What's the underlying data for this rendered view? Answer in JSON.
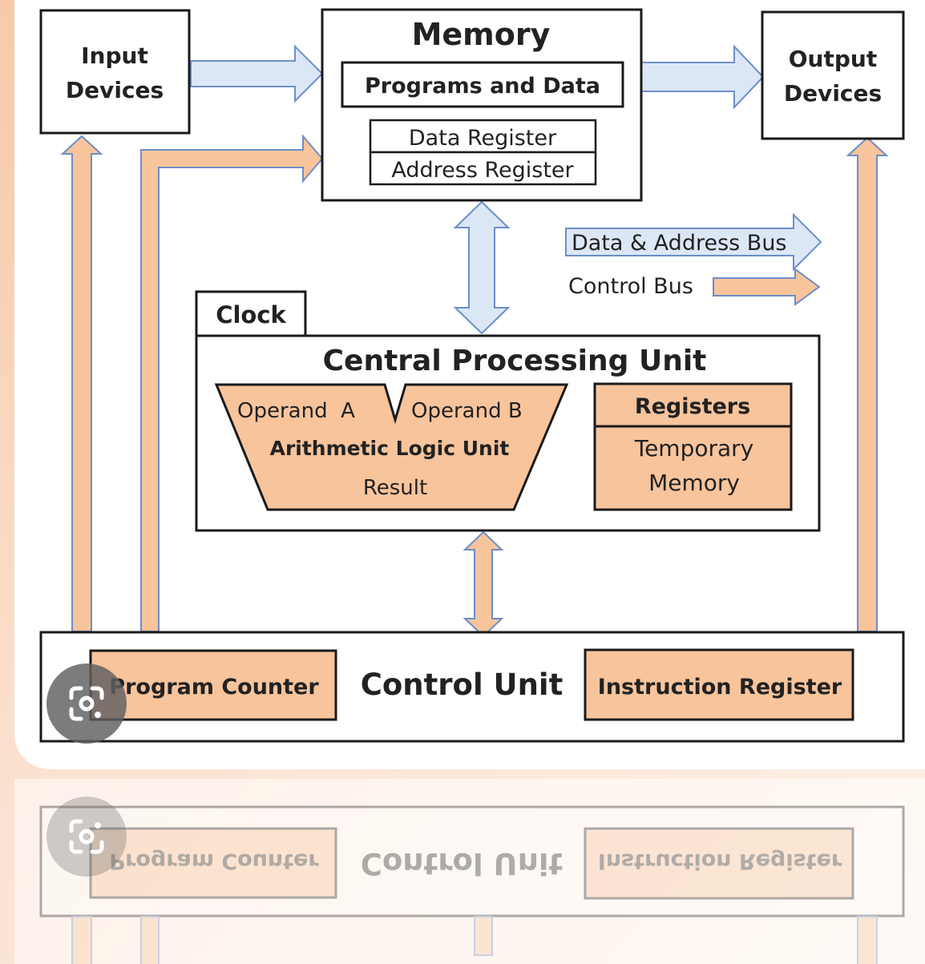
{
  "diagram": {
    "memory": {
      "title": "Memory",
      "programs_and_data": "Programs and Data",
      "data_register": "Data Register",
      "address_register": "Address Register"
    },
    "input_devices": {
      "line1": "Input",
      "line2": "Devices"
    },
    "output_devices": {
      "line1": "Output",
      "line2": "Devices"
    },
    "legend": {
      "data_address_bus": "Data & Address Bus",
      "control_bus": "Control Bus"
    },
    "clock": "Clock",
    "cpu": {
      "title": "Central Processing Unit",
      "alu": {
        "operand_a": "Operand  A",
        "operand_b": "Operand B",
        "name": "Arithmetic Logic Unit",
        "result": "Result"
      },
      "registers": {
        "title": "Registers",
        "line1": "Temporary",
        "line2": "Memory"
      }
    },
    "control_unit": {
      "title": "Control Unit",
      "program_counter": "Program Counter",
      "instruction_register": "Instruction Register"
    },
    "colors": {
      "data_bus_fill": "#dce7f6",
      "control_bus_fill": "#f8c49c",
      "bus_stroke": "#6c8ec9",
      "box_stroke": "#1a1a1a"
    }
  },
  "ui": {
    "lens_button_icon": "google-lens-icon"
  }
}
